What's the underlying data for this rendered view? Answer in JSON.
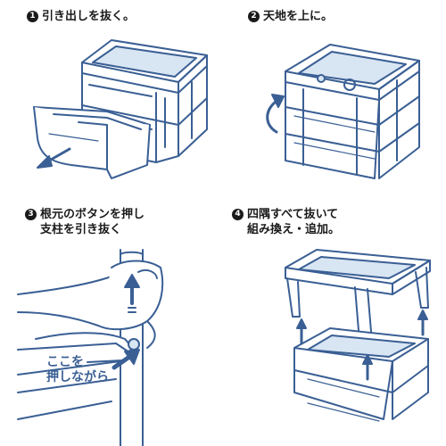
{
  "steps": [
    {
      "number": "1",
      "text": [
        "引き出しを抜く。"
      ]
    },
    {
      "number": "2",
      "text": [
        "天地を上に。"
      ]
    },
    {
      "number": "3",
      "text": [
        "根元のボタンを押し",
        "支柱を引き抜く"
      ]
    },
    {
      "number": "4",
      "text": [
        "四隅すべて抜いて",
        "組み換え・追加。"
      ]
    }
  ],
  "push_label": [
    "ここを",
    "押しながら"
  ],
  "colors": {
    "line": "#3a5f94",
    "fill": "#d8e5f3",
    "ink": "#1a1a1a"
  }
}
